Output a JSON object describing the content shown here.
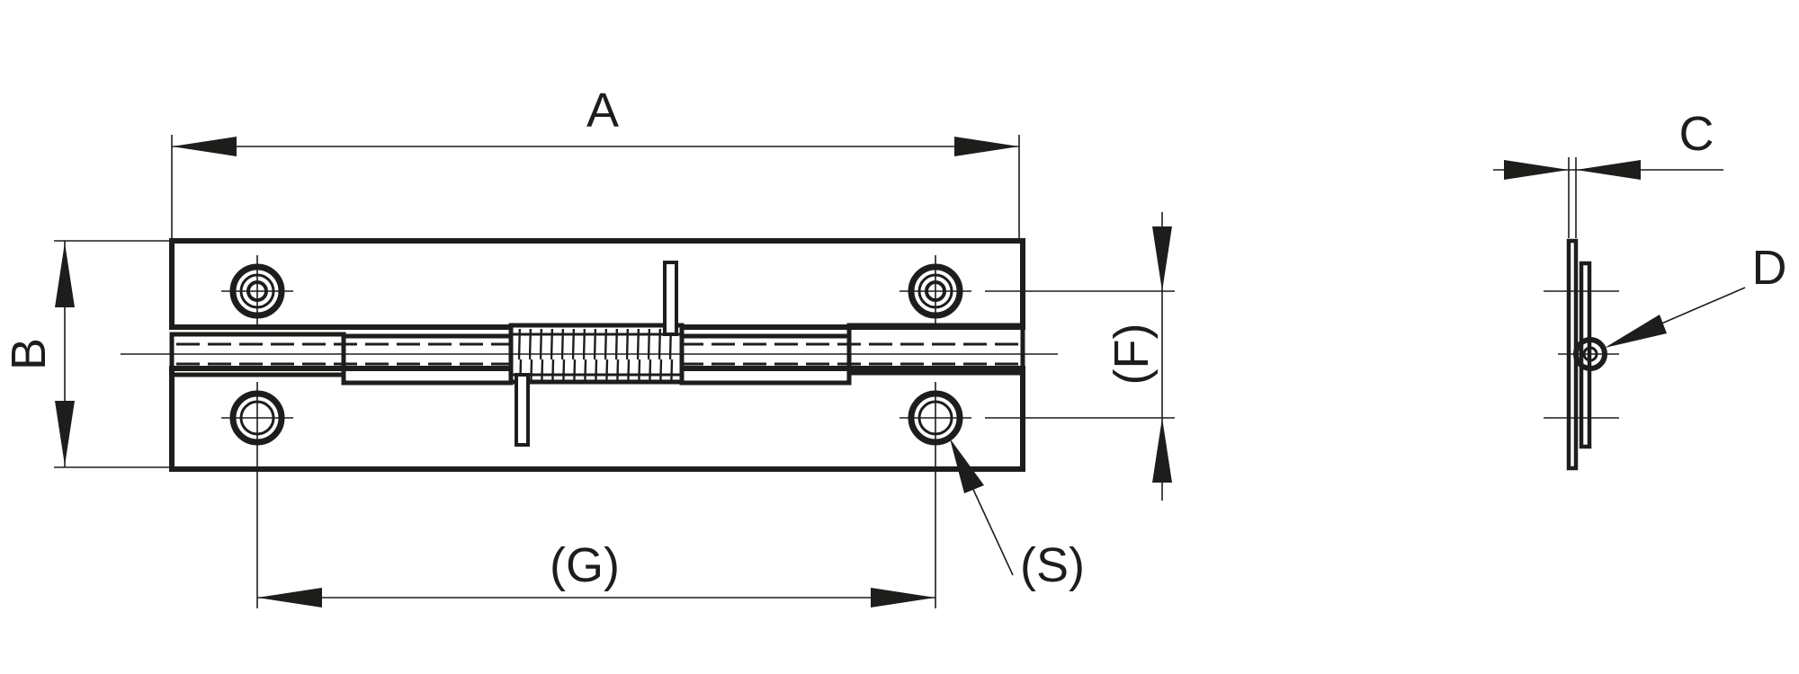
{
  "colors": {
    "ink": "#1d1d1b",
    "background": "#ffffff"
  },
  "dimension_labels": {
    "A": "A",
    "B": "B",
    "C": "C",
    "D": "D",
    "F": "(F)",
    "G": "(G)",
    "S": "(S)"
  }
}
